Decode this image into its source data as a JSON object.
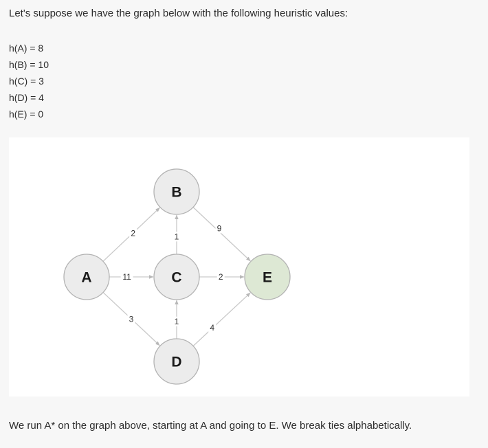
{
  "intro_text": "Let's suppose we have the graph below with the following heuristic values:",
  "heuristics": [
    "h(A) = 8",
    "h(B) = 10",
    "h(C) = 3",
    "h(D) = 4",
    "h(E) = 0"
  ],
  "graph": {
    "nodes": [
      {
        "id": "A",
        "label": "A",
        "fill": "#ececec"
      },
      {
        "id": "B",
        "label": "B",
        "fill": "#ececec"
      },
      {
        "id": "C",
        "label": "C",
        "fill": "#ececec"
      },
      {
        "id": "D",
        "label": "D",
        "fill": "#ececec"
      },
      {
        "id": "E",
        "label": "E",
        "fill": "#dde8d4",
        "highlighted": true
      }
    ],
    "edges": [
      {
        "from": "A",
        "to": "B",
        "weight": "2"
      },
      {
        "from": "A",
        "to": "C",
        "weight": "11"
      },
      {
        "from": "A",
        "to": "D",
        "weight": "3"
      },
      {
        "from": "B",
        "to": "E",
        "weight": "9"
      },
      {
        "from": "C",
        "to": "B",
        "weight": "1"
      },
      {
        "from": "C",
        "to": "E",
        "weight": "2"
      },
      {
        "from": "D",
        "to": "C",
        "weight": "1"
      },
      {
        "from": "D",
        "to": "E",
        "weight": "4"
      }
    ]
  },
  "outro_text": "We run A* on the graph above, starting at A and going to E. We break ties alphabetically."
}
